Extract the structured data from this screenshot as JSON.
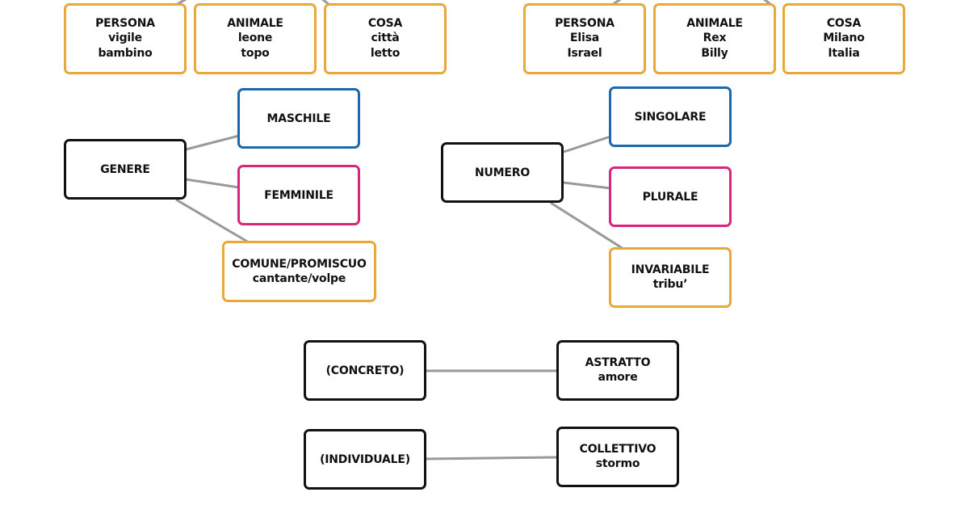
{
  "colors": {
    "orange": "#e9a83a",
    "blue": "#1f67ad",
    "pink": "#d8267e",
    "black": "#111111",
    "connector": "#999999"
  },
  "nodes": {
    "persona_left": {
      "title": "PERSONA",
      "examples": [
        "vigile",
        "bambino"
      ]
    },
    "animale_left": {
      "title": "ANIMALE",
      "examples": [
        "leone",
        "topo"
      ]
    },
    "cosa_left": {
      "title": "COSA",
      "examples": [
        "città",
        "letto"
      ]
    },
    "persona_right": {
      "title": "PERSONA",
      "examples": [
        "Elisa",
        "Israel"
      ]
    },
    "animale_right": {
      "title": "ANIMALE",
      "examples": [
        "Rex",
        "Billy"
      ]
    },
    "cosa_right": {
      "title": "COSA",
      "examples": [
        "Milano",
        "Italia"
      ]
    },
    "genere": {
      "title": "GENERE"
    },
    "maschile": {
      "title": "MASCHILE"
    },
    "femminile": {
      "title": "FEMMINILE"
    },
    "comune": {
      "title": "COMUNE/PROMISCUO",
      "examples": [
        "cantante/volpe"
      ]
    },
    "numero": {
      "title": "NUMERO"
    },
    "singolare": {
      "title": "SINGOLARE"
    },
    "plurale": {
      "title": "PLURALE"
    },
    "invariabile": {
      "title": "INVARIABILE",
      "examples": [
        "tribu’"
      ]
    },
    "concreto": {
      "title": "(CONCRETO)"
    },
    "astratto": {
      "title": "ASTRATTO",
      "examples": [
        "amore"
      ]
    },
    "individuale": {
      "title": "(INDIVIDUALE)"
    },
    "collettivo": {
      "title": "COLLETTIVO",
      "examples": [
        "stormo"
      ]
    }
  }
}
